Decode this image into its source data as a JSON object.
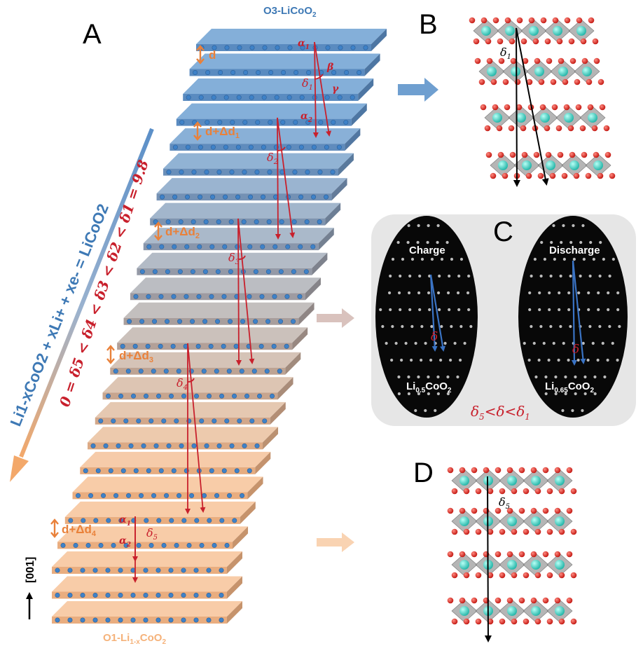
{
  "panels": {
    "a": "A",
    "b": "B",
    "c": "C",
    "d": "D"
  },
  "panel_a": {
    "top_label": "O3-LiCoO",
    "top_label_sub": "2",
    "bottom_label": "O1-Li",
    "bottom_label_sub1": "1-x",
    "bottom_label_mid": "CoO",
    "bottom_label_sub2": "2",
    "spacings": [
      {
        "main": "d",
        "sub": ""
      },
      {
        "main": "d+Δd",
        "sub": "1"
      },
      {
        "main": "d+Δd",
        "sub": "2"
      },
      {
        "main": "d+Δd",
        "sub": "3"
      },
      {
        "main": "d+Δd",
        "sub": "4"
      }
    ],
    "angles": {
      "alpha1": "α",
      "alpha1_sub": "1",
      "alpha2": "α",
      "alpha2_sub": "2",
      "beta": "β",
      "gamma": "γ",
      "d1": "δ",
      "d1_sub": "1",
      "d2": "δ",
      "d2_sub": "2",
      "d3": "δ",
      "d3_sub": "3",
      "d4": "δ",
      "d4_sub": "4",
      "d5": "δ",
      "d5_sub": "5",
      "alpha1b": "α",
      "alpha1b_sub": "1",
      "alpha2b": "α",
      "alpha2b_sub": "2"
    },
    "reaction": "Li1-xCoO2 + xLi+ + xe- = LiCoO2",
    "inequality": "0 = δ5 < δ4 < δ3 < δ2 < δ1 = 9.8",
    "axis_label": "[001]"
  },
  "panel_b": {
    "delta": "δ",
    "delta_sub": "1"
  },
  "panel_c": {
    "charge": "Charge",
    "discharge": "Discharge",
    "charge_formula": {
      "a": "Li",
      "b": "0.5",
      "c": "CoO",
      "d": "2"
    },
    "discharge_formula": {
      "a": "Li",
      "b": "0.65",
      "c": "CoO",
      "d": "2"
    },
    "delta": "δ",
    "relation": {
      "a": "δ",
      "b": "5",
      "c": "<δ<",
      "d": "δ",
      "e": "1"
    }
  },
  "panel_d": {
    "delta": "δ",
    "delta_sub": "5"
  },
  "colors": {
    "blue": "#6f9fd0",
    "orange": "#f6c49a",
    "red": "#c8202c",
    "accent_orange": "#e9813a",
    "accent_blue": "#3e79b5"
  }
}
